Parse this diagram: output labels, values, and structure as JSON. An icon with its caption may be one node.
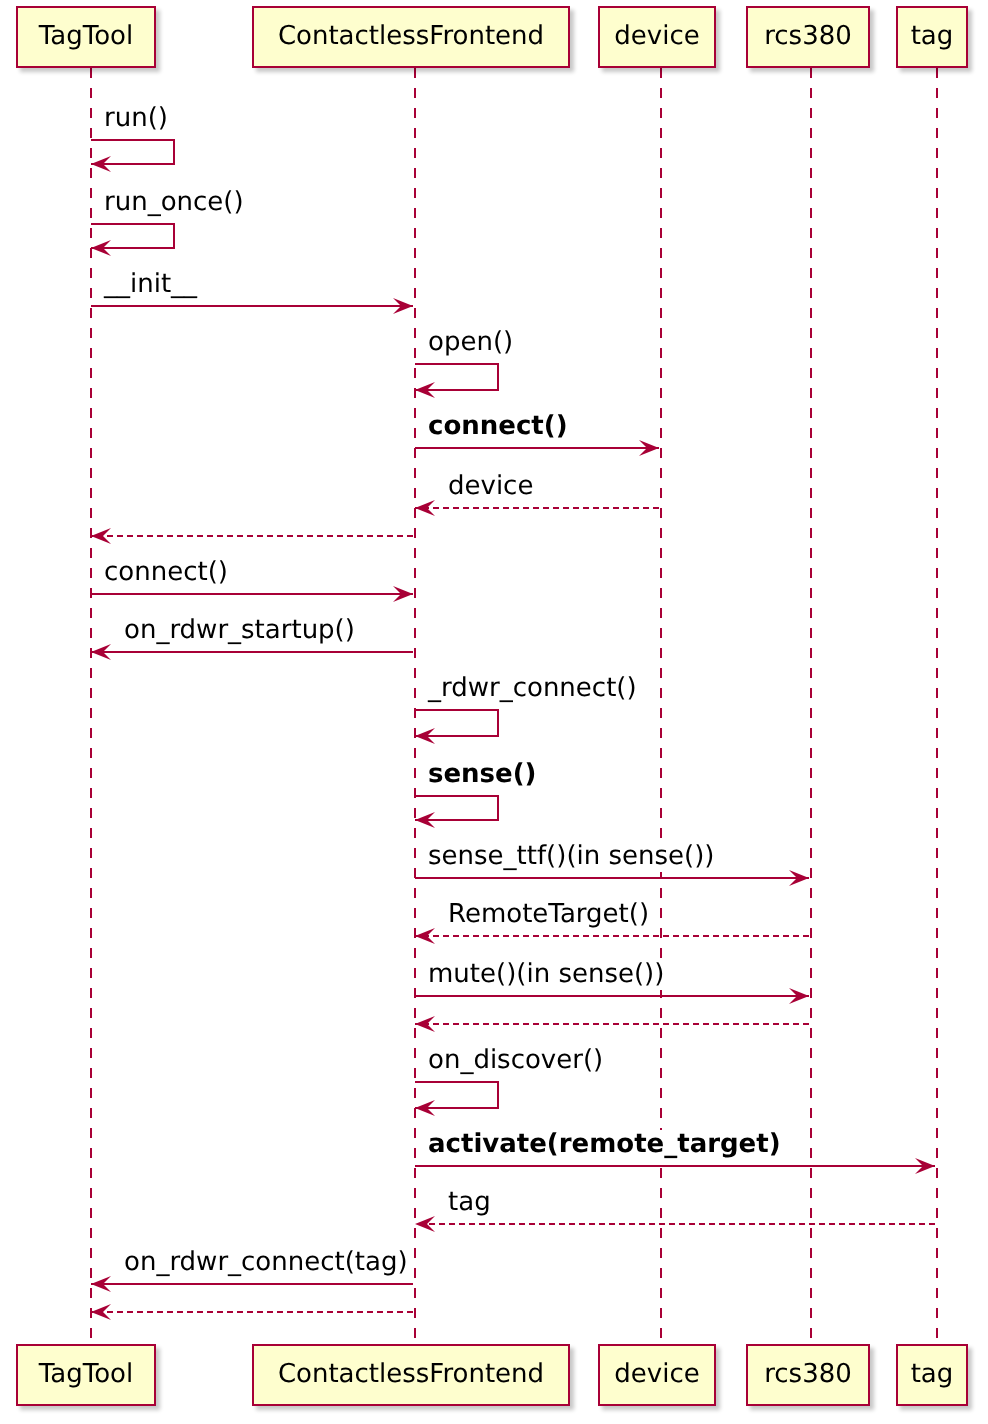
{
  "diagram": {
    "nodes": [
      {
        "text": [
          "TagTool"
        ]
      },
      {
        "text": [
          "ContactlessFrontend"
        ]
      },
      {
        "text": [
          "device"
        ]
      },
      {
        "text": [
          "rcs380"
        ]
      },
      {
        "text": [
          "tag"
        ]
      },
      {
        "text": [],
        "shape": "line"
      },
      {
        "text": [],
        "shape": "line"
      },
      {
        "text": [],
        "shape": "line"
      },
      {
        "text": [],
        "shape": "line"
      },
      {
        "text": [],
        "shape": "line"
      },
      {
        "text": [
          "TagTool"
        ]
      },
      {
        "text": [
          "ContactlessFrontend"
        ]
      },
      {
        "text": [
          "device"
        ]
      },
      {
        "text": [
          "rcs380"
        ]
      },
      {
        "text": [
          "tag"
        ]
      }
    ],
    "edges": [
      {
        "from": 5,
        "to": 5,
        "arrow": "to",
        "label": "run()"
      },
      {
        "from": 5,
        "to": 5,
        "arrow": "to",
        "label": "run_once()"
      },
      {
        "from": 5,
        "to": 6,
        "arrow": "to",
        "label": "__init__"
      },
      {
        "from": 6,
        "to": 6,
        "arrow": "to",
        "label": "open()"
      },
      {
        "from": 6,
        "to": 7,
        "arrow": "to",
        "label": "connect()"
      },
      {
        "from": 7,
        "to": 6,
        "arrow": "to",
        "label": "device",
        "style": "dashed"
      },
      {
        "from": 6,
        "to": 5,
        "arrow": "to",
        "style": "dashed"
      },
      {
        "from": 5,
        "to": 6,
        "arrow": "to",
        "label": "connect()"
      },
      {
        "from": 6,
        "to": 5,
        "arrow": "to",
        "label": "on_rdwr_startup()"
      },
      {
        "from": 6,
        "to": 6,
        "arrow": "to",
        "label": "_rdwr_connect()"
      },
      {
        "from": 6,
        "to": 6,
        "arrow": "to",
        "label": "sense()"
      },
      {
        "from": 6,
        "to": 8,
        "arrow": "to",
        "label": "sense_ttf()(in sense())"
      },
      {
        "from": 8,
        "to": 6,
        "arrow": "to",
        "label": "RemoteTarget()",
        "style": "dashed"
      },
      {
        "from": 6,
        "to": 8,
        "arrow": "to",
        "label": "mute()(in sense())"
      },
      {
        "from": 8,
        "to": 6,
        "arrow": "to",
        "style": "dashed"
      },
      {
        "from": 6,
        "to": 6,
        "arrow": "to",
        "label": "on_discover()"
      },
      {
        "from": 6,
        "to": 9,
        "arrow": "to",
        "label": "activate(remote_target)"
      },
      {
        "from": 9,
        "to": 6,
        "arrow": "to",
        "label": "tag",
        "style": "dashed"
      },
      {
        "from": 6,
        "to": 5,
        "arrow": "to",
        "label": "on_rdwr_connect(tag)"
      },
      {
        "from": 6,
        "to": 5,
        "arrow": "to",
        "style": "dashed"
      }
    ]
  }
}
